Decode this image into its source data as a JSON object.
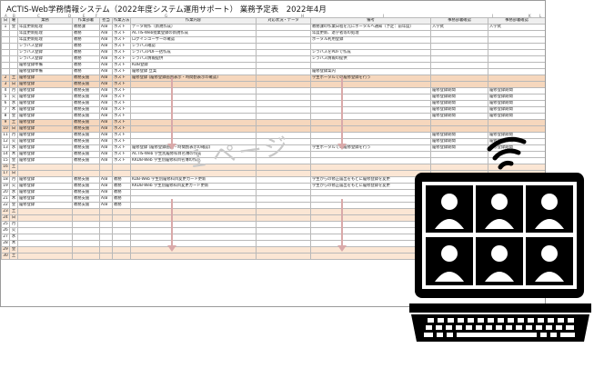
{
  "sheet": {
    "title": "ACTIS-Web学務情報システム（2022年度システム運用サポート） 業務予定表　2022年4月",
    "watermark": "１ページ",
    "col_letters": [
      "A",
      "B",
      "C",
      "D",
      "E",
      "F",
      "G",
      "H",
      "I",
      "J",
      "K",
      "L",
      "M"
    ],
    "headers": [
      "日",
      "曜",
      "業務",
      "作業部署",
      "担当",
      "作業方法",
      "作業内容",
      "対応状況・データ",
      "備考",
      "事務部署確認",
      "事務部署確認"
    ],
    "rows": [
      {
        "n": "1",
        "d": "金",
        "a": "年度更新処理",
        "b": "教務課",
        "c": "A/B",
        "e": "ホスト",
        "f": "データ制作（新規作成）",
        "h": "教務課の作業日程を元にポータルへ通知（予定：前年度）",
        "i": "入学式",
        "j": "入学式",
        "cls": ""
      },
      {
        "n": "",
        "d": "",
        "a": "年度更新処理",
        "b": "教務",
        "c": "A/B",
        "e": "ホスト",
        "f": "ACTIS-Web授業登録の新規作成",
        "h": "年度更新、退学者等の処理",
        "i": "",
        "j": "",
        "cls": ""
      },
      {
        "n": "",
        "d": "",
        "a": "年度更新処理",
        "b": "教務",
        "c": "A/B",
        "e": "ホスト",
        "f": "ログインユーザーの確認",
        "h": "ポータル利用登録",
        "i": "",
        "j": "",
        "cls": ""
      },
      {
        "n": "",
        "d": "",
        "a": "シラバス登録",
        "b": "教務",
        "c": "A/B",
        "e": "ホスト",
        "f": "シラバス確認",
        "h": "",
        "i": "",
        "j": "",
        "cls": ""
      },
      {
        "n": "",
        "d": "",
        "a": "シラバス登録",
        "b": "教務",
        "c": "A/B",
        "e": "ホスト",
        "f": "シラバスPDF一括作成",
        "h": "シラバスをPDFで作成",
        "i": "",
        "j": "",
        "cls": ""
      },
      {
        "n": "",
        "d": "",
        "a": "シラバス登録",
        "b": "教務",
        "c": "A/B",
        "e": "ホスト",
        "f": "シラバス情報提供",
        "h": "シラバス情報の提供",
        "i": "",
        "j": "",
        "cls": ""
      },
      {
        "n": "",
        "d": "",
        "a": "履修登録準備",
        "b": "教務",
        "c": "A/B",
        "e": "ホスト",
        "f": "KDB登録",
        "h": "",
        "i": "",
        "j": "",
        "cls": ""
      },
      {
        "n": "",
        "d": "",
        "a": "履修登録準備",
        "b": "教務",
        "c": "A/B",
        "e": "ホスト",
        "f": "履修登録 立案",
        "h": "履修登録案内",
        "i": "",
        "j": "",
        "cls": ""
      },
      {
        "n": "2",
        "d": "土",
        "a": "履修登録",
        "b": "教務支援",
        "c": "A/B",
        "e": "ホスト",
        "f": "履修登録 (履修登録画面表示・時間割表示の確認)",
        "h": "学生ポータルでの履修登録を行う",
        "i": "",
        "j": "",
        "cls": "hl"
      },
      {
        "n": "3",
        "d": "日",
        "a": "履修登録",
        "b": "教務支援",
        "c": "A/B",
        "e": "ホスト",
        "f": "",
        "h": "",
        "i": "",
        "j": "",
        "cls": "hl"
      },
      {
        "n": "4",
        "d": "月",
        "a": "履修登録",
        "b": "教務支援",
        "c": "A/B",
        "e": "ホスト",
        "f": "",
        "h": "",
        "i": "履修登録期間",
        "j": "履修登録期間",
        "cls": ""
      },
      {
        "n": "5",
        "d": "火",
        "a": "履修登録",
        "b": "教務支援",
        "c": "A/B",
        "e": "ホスト",
        "f": "",
        "h": "",
        "i": "履修登録期間",
        "j": "履修登録期間",
        "cls": ""
      },
      {
        "n": "6",
        "d": "水",
        "a": "履修登録",
        "b": "教務支援",
        "c": "A/B",
        "e": "ホスト",
        "f": "",
        "h": "",
        "i": "履修登録期間",
        "j": "履修登録期間",
        "cls": ""
      },
      {
        "n": "7",
        "d": "木",
        "a": "履修登録",
        "b": "教務支援",
        "c": "A/B",
        "e": "ホスト",
        "f": "",
        "h": "",
        "i": "履修登録期間",
        "j": "履修登録期間",
        "cls": ""
      },
      {
        "n": "8",
        "d": "金",
        "a": "履修登録",
        "b": "教務支援",
        "c": "A/B",
        "e": "ホスト",
        "f": "",
        "h": "",
        "i": "履修登録期間",
        "j": "履修登録期間",
        "cls": ""
      },
      {
        "n": "9",
        "d": "土",
        "a": "履修登録",
        "b": "教務支援",
        "c": "A/B",
        "e": "ホスト",
        "f": "",
        "h": "",
        "i": "",
        "j": "",
        "cls": "hl"
      },
      {
        "n": "10",
        "d": "日",
        "a": "履修登録",
        "b": "教務支援",
        "c": "A/B",
        "e": "ホスト",
        "f": "",
        "h": "",
        "i": "",
        "j": "",
        "cls": "hl"
      },
      {
        "n": "11",
        "d": "月",
        "a": "履修登録",
        "b": "教務支援",
        "c": "A/B",
        "e": "ホスト",
        "f": "",
        "h": "",
        "i": "履修登録期間",
        "j": "履修登録期間",
        "cls": ""
      },
      {
        "n": "12",
        "d": "火",
        "a": "履修登録",
        "b": "教務支援",
        "c": "A/B",
        "e": "ホスト",
        "f": "",
        "h": "",
        "i": "履修登録期間",
        "j": "履修登録期間",
        "cls": ""
      },
      {
        "n": "13",
        "d": "水",
        "a": "履修登録",
        "b": "教務支援",
        "c": "A/B",
        "e": "ホスト",
        "f": "履修登録 (履修登録画面・時間割表示の確認)",
        "h": "学生ポータルでの履修登録を行う",
        "i": "履修登録期間",
        "j": "履修登録期間",
        "cls": ""
      },
      {
        "n": "14",
        "d": "木",
        "a": "履修登録",
        "b": "教務支援",
        "c": "A/B",
        "e": "ホスト",
        "f": "ACTIS-Web 学生別履修科目名簿の作成",
        "h": "",
        "i": "",
        "j": "",
        "cls": ""
      },
      {
        "n": "15",
        "d": "金",
        "a": "履修登録",
        "b": "教務支援",
        "c": "A/B",
        "e": "ホスト",
        "f": "KKDB-Web 学生別履修科目名簿の作成",
        "h": "",
        "i": "",
        "j": "",
        "cls": ""
      },
      {
        "n": "16",
        "d": "土",
        "a": "",
        "b": "",
        "c": "",
        "e": "",
        "f": "",
        "h": "",
        "i": "",
        "j": "",
        "cls": "hl2"
      },
      {
        "n": "17",
        "d": "日",
        "a": "",
        "b": "",
        "c": "",
        "e": "",
        "f": "",
        "h": "",
        "i": "",
        "j": "",
        "cls": "hl2"
      },
      {
        "n": "18",
        "d": "月",
        "a": "履修登録",
        "b": "教務支援",
        "c": "A/B",
        "e": "教務",
        "f": "KDB-Web 学生別履修科目変更カード更新",
        "h": "学生からの修正届出をもとに履修登録を変更",
        "i": "",
        "j": "",
        "cls": ""
      },
      {
        "n": "19",
        "d": "火",
        "a": "履修登録",
        "b": "教務支援",
        "c": "A/B",
        "e": "教務",
        "f": "KKDB-Web 学生別履修科目変更カード更新",
        "h": "学生からの修正届出をもとに履修登録を変更",
        "i": "",
        "j": "",
        "cls": ""
      },
      {
        "n": "20",
        "d": "水",
        "a": "履修登録",
        "b": "教務支援",
        "c": "A/B",
        "e": "教務",
        "f": "",
        "h": "",
        "i": "",
        "j": "",
        "cls": ""
      },
      {
        "n": "21",
        "d": "木",
        "a": "履修登録",
        "b": "教務支援",
        "c": "A/B",
        "e": "教務",
        "f": "",
        "h": "",
        "i": "",
        "j": "",
        "cls": ""
      },
      {
        "n": "22",
        "d": "金",
        "a": "履修登録",
        "b": "教務支援",
        "c": "A/B",
        "e": "教務",
        "f": "",
        "h": "",
        "i": "",
        "j": "",
        "cls": ""
      },
      {
        "n": "23",
        "d": "土",
        "a": "",
        "b": "",
        "c": "",
        "e": "",
        "f": "",
        "h": "",
        "i": "",
        "j": "",
        "cls": "hl2"
      },
      {
        "n": "24",
        "d": "日",
        "a": "",
        "b": "",
        "c": "",
        "e": "",
        "f": "",
        "h": "",
        "i": "",
        "j": "",
        "cls": "hl2"
      },
      {
        "n": "25",
        "d": "月",
        "a": "",
        "b": "",
        "c": "",
        "e": "",
        "f": "",
        "h": "",
        "i": "",
        "j": "",
        "cls": ""
      },
      {
        "n": "26",
        "d": "火",
        "a": "",
        "b": "",
        "c": "",
        "e": "",
        "f": "",
        "h": "",
        "i": "",
        "j": "",
        "cls": ""
      },
      {
        "n": "27",
        "d": "水",
        "a": "",
        "b": "",
        "c": "",
        "e": "",
        "f": "",
        "h": "",
        "i": "",
        "j": "",
        "cls": ""
      },
      {
        "n": "28",
        "d": "木",
        "a": "",
        "b": "",
        "c": "",
        "e": "",
        "f": "",
        "h": "",
        "i": "",
        "j": "",
        "cls": ""
      },
      {
        "n": "29",
        "d": "金",
        "a": "",
        "b": "",
        "c": "",
        "e": "",
        "f": "",
        "h": "",
        "i": "",
        "j": "",
        "cls": "hl2"
      },
      {
        "n": "30",
        "d": "土",
        "a": "",
        "b": "",
        "c": "",
        "e": "",
        "f": "",
        "h": "",
        "i": "",
        "j": "",
        "cls": "hl2"
      }
    ]
  },
  "illustration": {
    "icon": "laptop-video-conference-icon",
    "color": "#000000"
  }
}
